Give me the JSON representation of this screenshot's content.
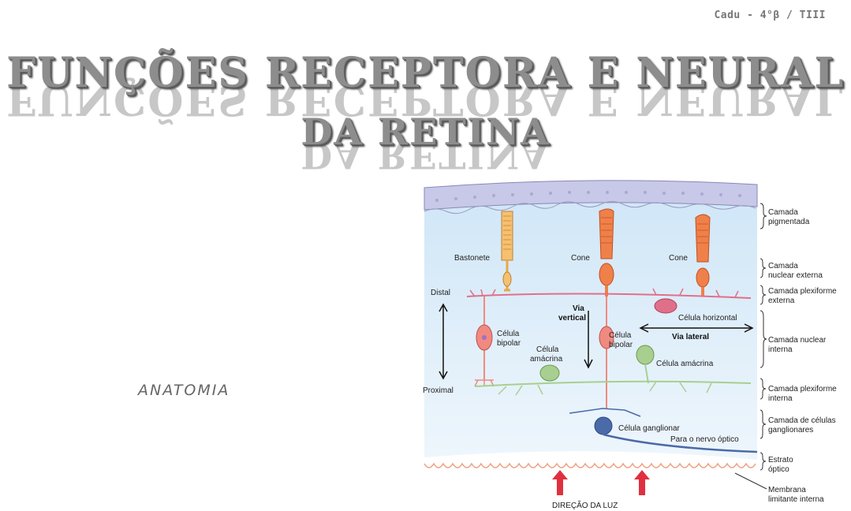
{
  "author": "Cadu - 4°β / TIII",
  "title": {
    "line1": "FUNÇÕES RECEPTORA E NEURAL",
    "line2": "DA RETINA"
  },
  "side_label": "ANATOMIA",
  "diagram": {
    "cells": {
      "rod": "Bastonete",
      "cone1": "Cone",
      "cone2": "Cone",
      "horizontal": "Célula horizontal",
      "bipolar_left": [
        "Célula",
        "bipolar"
      ],
      "bipolar_center": [
        "Célula",
        "bipolar"
      ],
      "amacrine_left": [
        "Célula",
        "amácrina"
      ],
      "amacrine_right": "Célula amácrina",
      "ganglion": "Célula ganglionar",
      "optic_nerve": "Para o nervo óptico"
    },
    "axis": {
      "distal": "Distal",
      "proximal": "Proximal"
    },
    "pathways": {
      "vertical": [
        "Via",
        "vertical"
      ],
      "lateral": "Via lateral"
    },
    "light": "DIREÇÃO DA LUZ",
    "layers": [
      [
        "Camada",
        "pigmentada"
      ],
      [
        "Camada",
        "nuclear externa"
      ],
      [
        "Camada plexiforme",
        "externa"
      ],
      [
        "Camada nuclear",
        "interna"
      ],
      [
        "Camada plexiforme",
        "interna"
      ],
      [
        "Camada de células",
        "ganglionares"
      ],
      [
        "Estrato",
        "óptico"
      ],
      [
        "Membrana",
        "limitante interna"
      ]
    ],
    "colors": {
      "photoreceptor_cone": "#f0804a",
      "rod": "#f5c070",
      "bipolar": "#f08a80",
      "horizontal": "#e0708a",
      "amacrine": "#a8cf90",
      "ganglion": "#4a6aa8",
      "pigment": "#c8c8e8",
      "light_arrow": "#e03040"
    }
  }
}
